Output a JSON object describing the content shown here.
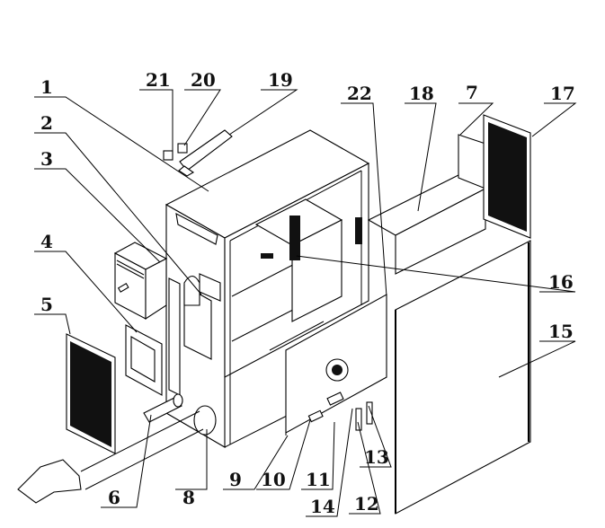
{
  "figure": {
    "type": "exploded-view technical drawing",
    "background": "#ffffff",
    "line_color": "#000000"
  },
  "callouts": [
    {
      "id": "1",
      "label": "1",
      "target": "cabinet-top-panel"
    },
    {
      "id": "2",
      "label": "2",
      "target": "inner-bracket"
    },
    {
      "id": "3",
      "label": "3",
      "target": "side-module-box"
    },
    {
      "id": "4",
      "label": "4",
      "target": "mounting-plate"
    },
    {
      "id": "5",
      "label": "5",
      "target": "left-vent-grille"
    },
    {
      "id": "6",
      "label": "6",
      "target": "holster-post"
    },
    {
      "id": "7",
      "label": "7",
      "target": "duct-end-plate"
    },
    {
      "id": "8",
      "label": "8",
      "target": "charging-cable"
    },
    {
      "id": "9",
      "label": "9",
      "target": "lower-panel-edge"
    },
    {
      "id": "10",
      "label": "10",
      "target": "side-rail-strip"
    },
    {
      "id": "11",
      "label": "11",
      "target": "terminal-lug"
    },
    {
      "id": "12",
      "label": "12",
      "target": "fuse-clip"
    },
    {
      "id": "13",
      "label": "13",
      "target": "small-bracket"
    },
    {
      "id": "14",
      "label": "14",
      "target": "connector-sleeve"
    },
    {
      "id": "15",
      "label": "15",
      "target": "front-door-panel"
    },
    {
      "id": "16",
      "label": "16",
      "target": "internal-connector-block"
    },
    {
      "id": "17",
      "label": "17",
      "target": "right-vent-grille"
    },
    {
      "id": "18",
      "label": "18",
      "target": "air-duct-housing"
    },
    {
      "id": "19",
      "label": "19",
      "target": "display-mount"
    },
    {
      "id": "20",
      "label": "20",
      "target": "indicator-light"
    },
    {
      "id": "21",
      "label": "21",
      "target": "emergency-switch"
    },
    {
      "id": "22",
      "label": "22",
      "target": "side-hinge-strip"
    }
  ]
}
